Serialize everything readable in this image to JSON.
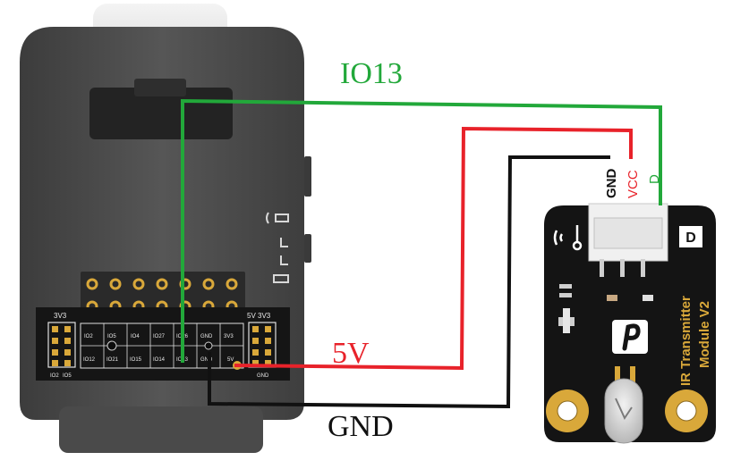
{
  "wires": {
    "signal": {
      "label": "IO13",
      "color": "#22a83a"
    },
    "power": {
      "label": "5V",
      "color": "#e8222a"
    },
    "ground": {
      "label": "GND",
      "color": "#111111"
    }
  },
  "controller": {
    "left_header_label": "3V3",
    "right_header_label": "5V 3V3",
    "right_bottom_label": "GND",
    "left_bottom_labels": [
      "IO2",
      "IO5"
    ],
    "pin_row_top": [
      "IO2",
      "IO5",
      "IO4",
      "IO27",
      "IO26",
      "GND",
      "3V3"
    ],
    "pin_row_bottom": [
      "IO12",
      "IO21",
      "IO15",
      "IO14",
      "IO13",
      "GND",
      "5V"
    ]
  },
  "ir_module": {
    "pin_labels": {
      "gnd": "GND",
      "vcc": "VCC",
      "data": "D"
    },
    "title_line1": "IR Transmitter",
    "title_line2": "Module V2",
    "type_badge": "D"
  },
  "colors": {
    "board_body": "#4a4a4a",
    "module_pcb": "#141414",
    "gold": "#d9a83a"
  }
}
